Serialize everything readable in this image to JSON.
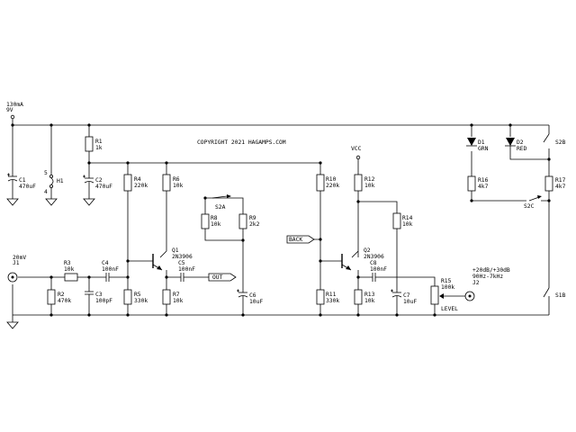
{
  "copyright": "COPYRIGHT 2021 HAGAMPS.COM",
  "supply": {
    "current": "130mA",
    "voltage": "9V"
  },
  "vcc": "VCC",
  "input": {
    "level": "20mV",
    "ref": "J1"
  },
  "output": {
    "spec": "+20dB/+30dB",
    "band": "90Hz-7kHz",
    "ref": "J2"
  },
  "nets": {
    "out": "OUT",
    "back": "BACK",
    "level": "LEVEL"
  },
  "h1": {
    "ref": "H1",
    "pin_top": "5",
    "pin_bottom": "4"
  },
  "switches": {
    "s2a": "S2A",
    "s2b": "S2B",
    "s2c": "S2C",
    "s1b": "S1B"
  },
  "components": {
    "r1": {
      "ref": "R1",
      "value": "1k"
    },
    "r2": {
      "ref": "R2",
      "value": "470k"
    },
    "r3": {
      "ref": "R3",
      "value": "10k"
    },
    "r4": {
      "ref": "R4",
      "value": "220k"
    },
    "r5": {
      "ref": "R5",
      "value": "330k"
    },
    "r6": {
      "ref": "R6",
      "value": "10k"
    },
    "r7": {
      "ref": "R7",
      "value": "10k"
    },
    "r8": {
      "ref": "R8",
      "value": "10k"
    },
    "r9": {
      "ref": "R9",
      "value": "2k2"
    },
    "r10": {
      "ref": "R10",
      "value": "220k"
    },
    "r11": {
      "ref": "R11",
      "value": "330k"
    },
    "r12": {
      "ref": "R12",
      "value": "10k"
    },
    "r13": {
      "ref": "R13",
      "value": "10k"
    },
    "r14": {
      "ref": "R14",
      "value": "10k"
    },
    "r15": {
      "ref": "R15",
      "value": "100k"
    },
    "r16": {
      "ref": "R16",
      "value": "4k7"
    },
    "r17": {
      "ref": "R17",
      "value": "4k7"
    },
    "c1": {
      "ref": "C1",
      "value": "470uF"
    },
    "c2": {
      "ref": "C2",
      "value": "470uF"
    },
    "c3": {
      "ref": "C3",
      "value": "100pF"
    },
    "c4": {
      "ref": "C4",
      "value": "100nF"
    },
    "c5": {
      "ref": "C5",
      "value": "100nF"
    },
    "c6": {
      "ref": "C6",
      "value": "10uF"
    },
    "c7": {
      "ref": "C7",
      "value": "10uF"
    },
    "c8": {
      "ref": "C8",
      "value": "100nF"
    },
    "q1": {
      "ref": "Q1",
      "value": "2N3906"
    },
    "q2": {
      "ref": "Q2",
      "value": "2N3906"
    },
    "d1": {
      "ref": "D1",
      "value": "GRN"
    },
    "d2": {
      "ref": "D2",
      "value": "RED"
    }
  }
}
